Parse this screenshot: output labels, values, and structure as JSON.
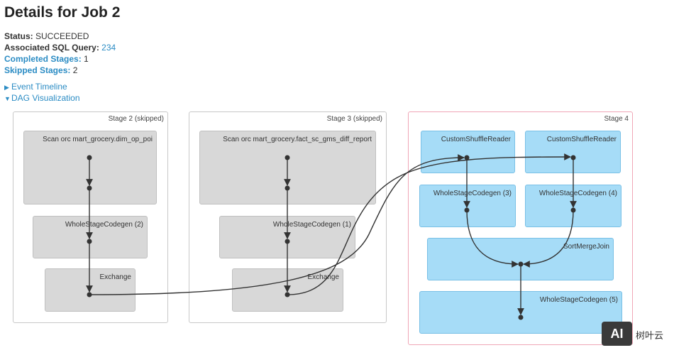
{
  "page": {
    "title": "Details for Job 2",
    "status_label": "Status:",
    "status_value": "SUCCEEDED",
    "sql_label": "Associated SQL Query:",
    "sql_value": "234",
    "completed_label": "Completed Stages:",
    "completed_value": "1",
    "skipped_label": "Skipped Stages:",
    "skipped_value": "2",
    "event_timeline": "Event Timeline",
    "dag_visualization": "DAG Visualization"
  },
  "dag": {
    "stage2": {
      "label": "Stage 2 (skipped)",
      "scan": "Scan orc mart_grocery.dim_op_poi",
      "codegen": "WholeStageCodegen (2)",
      "exchange": "Exchange"
    },
    "stage3": {
      "label": "Stage 3 (skipped)",
      "scan": "Scan orc mart_grocery.fact_sc_gms_diff_report",
      "codegen": "WholeStageCodegen (1)",
      "exchange": "Exchange"
    },
    "stage4": {
      "label": "Stage 4",
      "reader1": "CustomShuffleReader",
      "reader2": "CustomShuffleReader",
      "codegen3": "WholeStageCodegen (3)",
      "codegen4": "WholeStageCodegen (4)",
      "smj": "SortMergeJoin",
      "codegen5": "WholeStageCodegen (5)"
    }
  },
  "watermark": {
    "logo": "AI",
    "text": "树叶云"
  },
  "colors": {
    "link": "#2b8cc4",
    "skipped_node": "#d8d8d8",
    "active_node": "#a6dcf7",
    "active_border": "#f0a6b6"
  }
}
